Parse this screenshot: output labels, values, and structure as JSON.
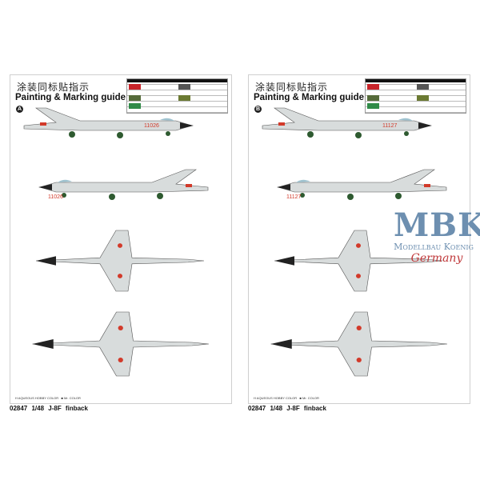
{
  "sheets": [
    {
      "chinese_title": "涂装同标贴指示",
      "title": "Painting & Marking guide",
      "variant": "A",
      "serial": "11026",
      "legend_left": "H AQUEOUS HOBBY COLOR",
      "legend_right": "■ Mr. COLOR",
      "caption": "02847  1/48  J-8F finback"
    },
    {
      "chinese_title": "涂装同标贴指示",
      "title": "Painting & Marking guide",
      "variant": "B",
      "serial": "11127",
      "legend_left": "H AQUEOUS HOBBY COLOR",
      "legend_right": "■ Mr. COLOR",
      "caption": "02847  1/48  J-8F finback"
    }
  ],
  "watermark": {
    "logo": "MBK",
    "line2": "Modellbau Koenig",
    "line3": "Germany"
  },
  "colors": {
    "aircraft": "#d8dcdc",
    "roundel": "#d23a2a",
    "logo": "#6d8fb0"
  }
}
